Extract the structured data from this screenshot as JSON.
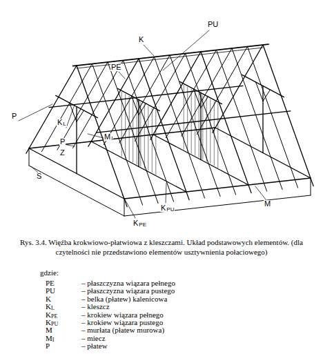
{
  "diagram": {
    "caption": "Rys. 3.4. Więźba krokwiowo-płatwiowa z kleszczami. Układ podstawowych elementów. (dla czytelności nie przedstawiono elementów usztywnienia połaciowego)",
    "labels": [
      "PU",
      "K",
      "PE",
      "P",
      "K",
      "L",
      "P",
      "Z",
      "M",
      "I",
      "S",
      "M",
      "K",
      "PU",
      "K",
      "PE",
      "gdzie:",
      "PE",
      "– płaszczyzna wiązara pełnego",
      "PU",
      "– płaszczyzna wiązara pustego",
      "K",
      "– belka (płatew) kalenicowa",
      "K",
      "L",
      "– kleszcz",
      "K",
      "PE",
      "– krokiew wiązara pełnego",
      "K",
      "PU",
      "– krokiew wiązara pustego",
      "M",
      "– murłata (płatew murowa)",
      "M",
      "I",
      "– miecz",
      "P",
      "– płatew"
    ]
  }
}
